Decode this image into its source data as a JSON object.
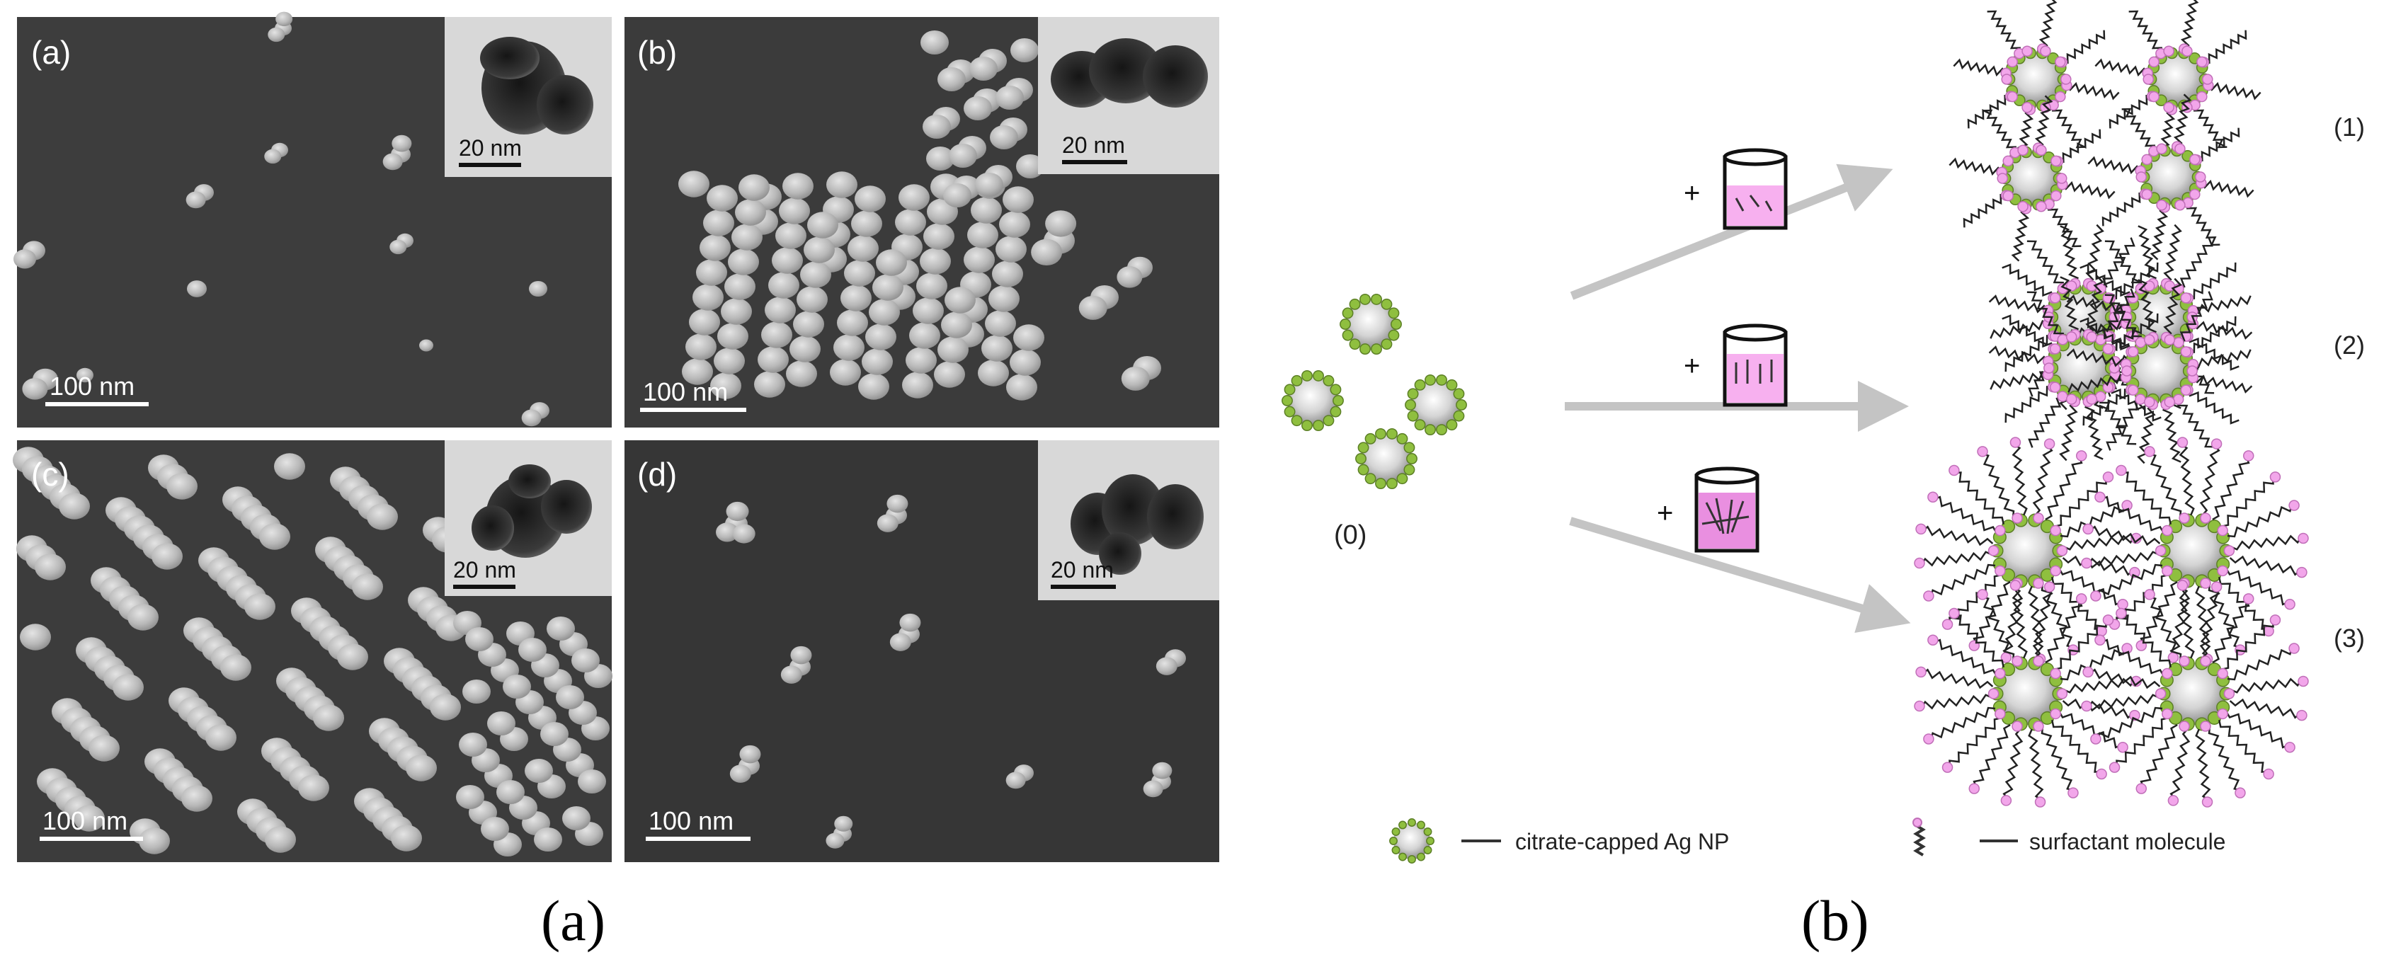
{
  "panels": [
    {
      "id": "a",
      "label": "(a)",
      "scale_main": "100 nm",
      "scale_inset": "20 nm"
    },
    {
      "id": "b",
      "label": "(b)",
      "scale_main": "100 nm",
      "scale_inset": "20 nm"
    },
    {
      "id": "c",
      "label": "(c)",
      "scale_main": "100 nm",
      "scale_inset": "20 nm"
    },
    {
      "id": "d",
      "label": "(d)",
      "scale_main": "100 nm",
      "scale_inset": "20 nm"
    }
  ],
  "scheme": {
    "start_label": "(0)",
    "plus_sign": "+",
    "outcomes": [
      "(1)",
      "(2)",
      "(3)"
    ],
    "legend": {
      "nanoparticle": "citrate-capped Ag NP",
      "surfactant": "surfactant molecule"
    }
  },
  "captions": {
    "left": "(a)",
    "right": "(b)"
  },
  "colors": {
    "sem_background": "#3a3a3a",
    "tem_background": "#d9d9d9",
    "citrate_green": "#8fbf3f",
    "surfactant_pink": "#f2a6ea",
    "arrow_gray": "#c4c4c4"
  }
}
